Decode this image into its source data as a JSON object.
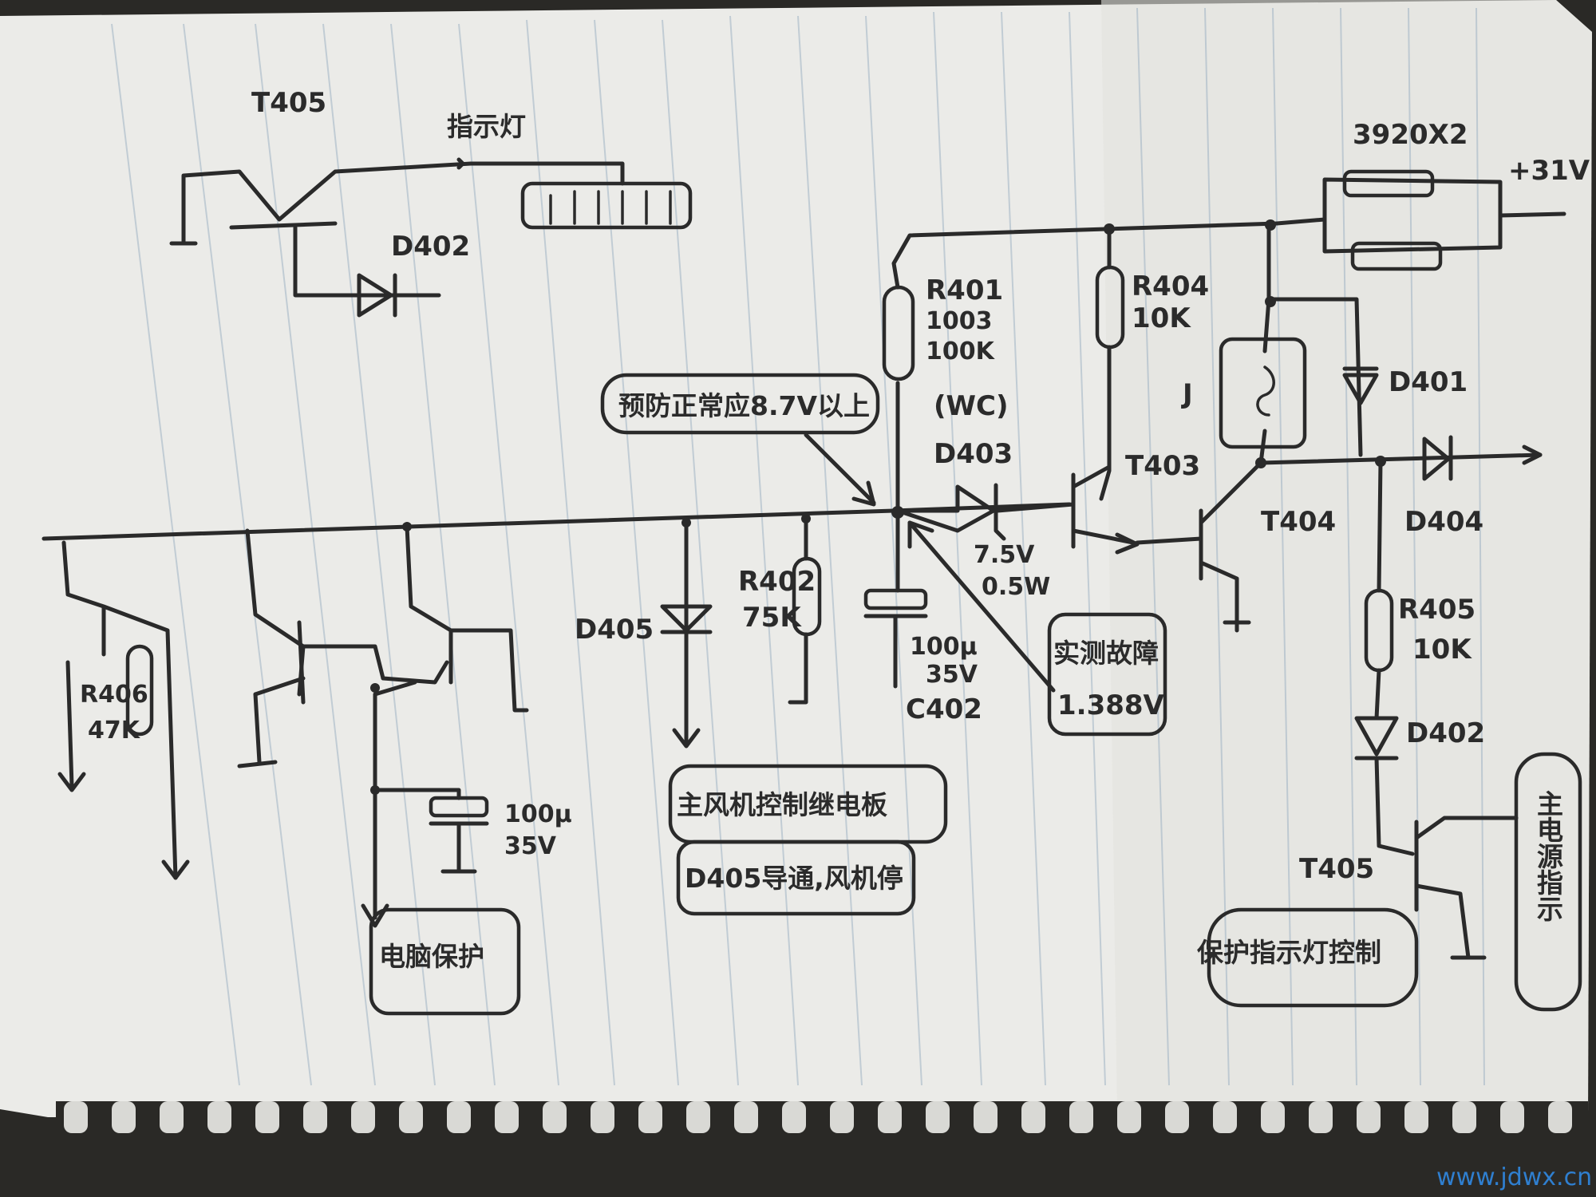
{
  "labels": {
    "t405_top": "T405",
    "indicator": "指示灯",
    "d402_top": "D402",
    "r401": "R401",
    "r401_val1": "1003",
    "r401_val2": "100K",
    "wc": "(WC)",
    "d403": "D403",
    "d403_v": "7.5V",
    "d403_w": "0.5W",
    "r404": "R404",
    "r404_val": "10K",
    "res_pair": "3920X2",
    "supply": "+31V",
    "relay": "J",
    "d401": "D401",
    "t403": "T403",
    "t404": "T404",
    "d404": "D404",
    "r405": "R405",
    "r405_val": "10K",
    "d402_right": "D402",
    "t405_right": "T405",
    "d405": "D405",
    "r402": "R402",
    "r402_val": "75K",
    "cap_c402_val": "100μ",
    "cap_c402_v": "35V",
    "c402": "C402",
    "r406": "R406",
    "r406_val": "47K",
    "cap_left_val": "100μ",
    "cap_left_v": "35V"
  },
  "boxes": {
    "normal_voltage": "预防正常应8.7V以上",
    "fault_voltage_title": "实测故障",
    "fault_voltage_value": "1.388V",
    "fan_control_1": "主风机控制继电板",
    "fan_control_2": "D405导通,风机停",
    "left_box": "电脑保护",
    "bottom_right": "保护指示灯控制",
    "right_vertical": "主电源指示"
  },
  "watermark": "www.jdwx.cn"
}
